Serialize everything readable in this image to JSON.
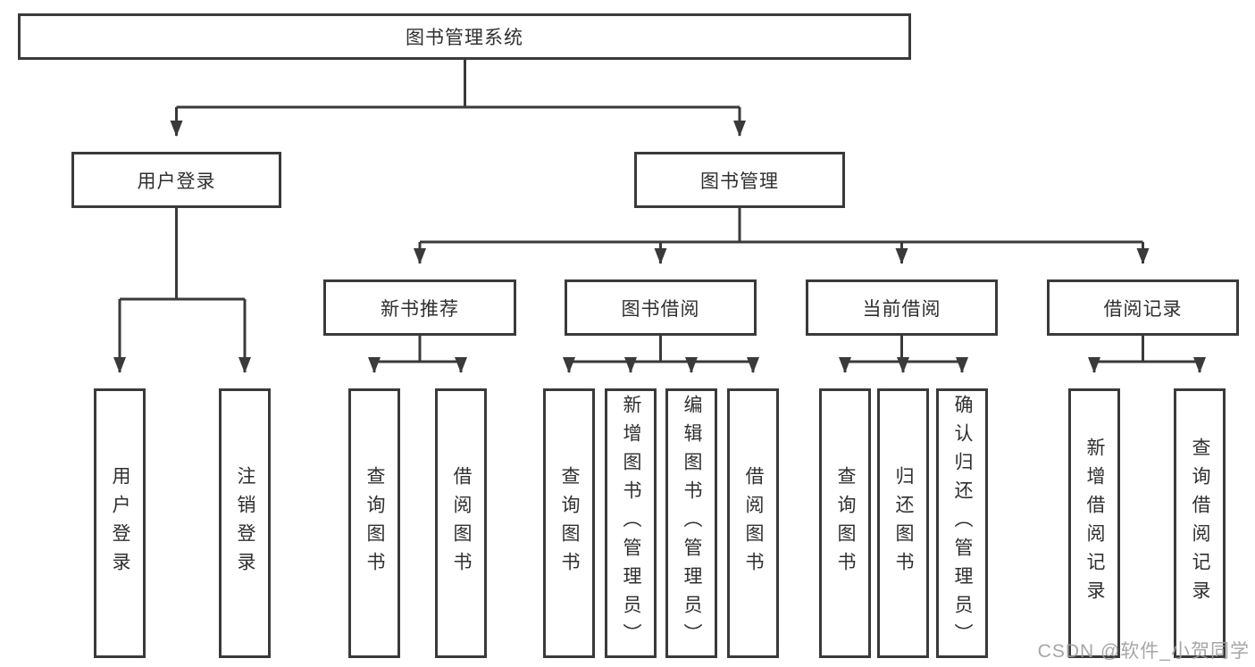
{
  "diagram": {
    "root": {
      "label": "图书管理系统"
    },
    "branches": [
      {
        "label": "用户登录",
        "children": [
          {
            "label": "用户登录"
          },
          {
            "label": "注销登录"
          }
        ]
      },
      {
        "label": "图书管理",
        "children": [
          {
            "label": "新书推荐",
            "children": [
              {
                "label": "查询图书"
              },
              {
                "label": "借阅图书"
              }
            ]
          },
          {
            "label": "图书借阅",
            "children": [
              {
                "label": "查询图书"
              },
              {
                "label": "新增图书（管理员）"
              },
              {
                "label": "编辑图书（管理员）"
              },
              {
                "label": "借阅图书"
              }
            ]
          },
          {
            "label": "当前借阅",
            "children": [
              {
                "label": "查询图书"
              },
              {
                "label": "归还图书"
              },
              {
                "label": "确认归还（管理员）"
              }
            ]
          },
          {
            "label": "借阅记录",
            "children": [
              {
                "label": "新增借阅记录"
              },
              {
                "label": "查询借阅记录"
              }
            ]
          }
        ]
      }
    ],
    "watermark": "CSDN @软件_小贺同学",
    "colors": {
      "line": "#3a3a3a",
      "box_background": "#ffffff",
      "text": "#2f2f2f",
      "watermark": "#9e9e9e"
    }
  }
}
